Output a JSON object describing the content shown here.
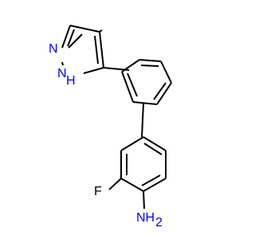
{
  "colors": {
    "bond": "#000000",
    "nitrogen": "#0000ff",
    "fluorine": "#000000",
    "background": "#ffffff"
  },
  "atoms": {
    "pyrazole_n1": "N",
    "pyrazole_nh_n": "N",
    "pyrazole_nh_h": "H",
    "fluorine": "F",
    "amine_nh2": "NH",
    "amine_subscript": "2"
  }
}
